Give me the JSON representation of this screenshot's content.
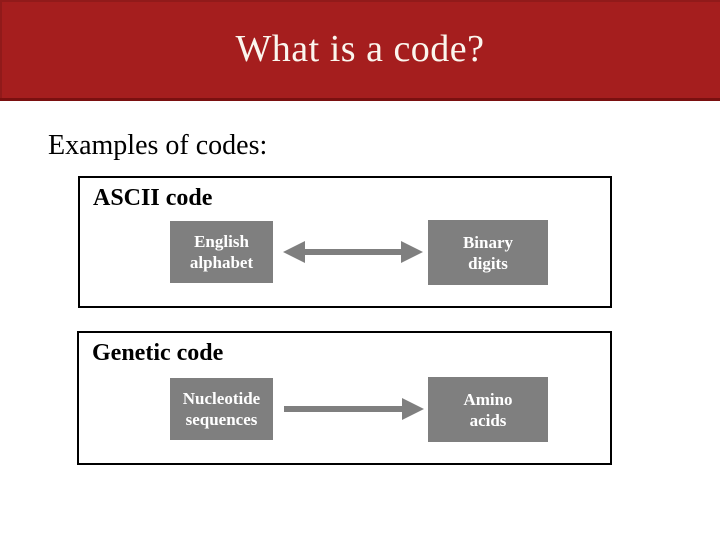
{
  "header": {
    "title": "What is a code?"
  },
  "body": {
    "intro": "Examples of codes:"
  },
  "sections": [
    {
      "heading": "ASCII code",
      "arrow": "double",
      "left_box": {
        "label": "English alphabet",
        "lines": [
          "English",
          "alphabet"
        ]
      },
      "right_box": {
        "label": "Binary digits",
        "lines": [
          "Binary",
          "digits"
        ]
      }
    },
    {
      "heading": "Genetic code",
      "arrow": "single-right",
      "left_box": {
        "label": "Nucleotide sequences",
        "lines": [
          "Nucleotide",
          "sequences"
        ]
      },
      "right_box": {
        "label": "Amino acids",
        "lines": [
          "Amino",
          "acids"
        ]
      }
    }
  ],
  "colors": {
    "header_red": "#A51E1E",
    "header_border": "#7A1010",
    "box_gray": "#7F7F7F",
    "arrow_gray": "#7F7F7F",
    "box_border": "#000000"
  }
}
